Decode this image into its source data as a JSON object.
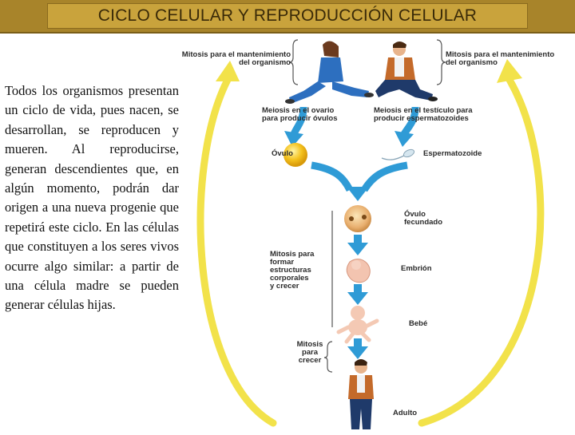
{
  "title": "CICLO CELULAR Y REPRODUCCIÓN CELULAR",
  "description": "Todos los organismos presentan un ciclo de vida, pues nacen, se desarrollan, se reproducen y mueren. Al reproducirse, generan descendientes que, en algún momento, podrán dar origen a una nueva progenie que repetirá este ciclo. En las células que constituyen a los seres vivos ocurre algo similar: a partir de una célula madre se pueden generar células hijas.",
  "diagram": {
    "mitosis_left_1": "Mitosis para el mantenimiento",
    "mitosis_left_2": "del organismo",
    "mitosis_right_1": "Mitosis para el mantenimiento",
    "mitosis_right_2": "del organismo",
    "meiosis_ovary_1": "Meiosis en el ovario",
    "meiosis_ovary_2": "para producir óvulos",
    "meiosis_testis_1": "Meiosis en el testículo para",
    "meiosis_testis_2": "producir espermatozoides",
    "ovulo": "Óvulo",
    "espermatozoide": "Espermatozoide",
    "ovulo_fecundado_1": "Óvulo",
    "ovulo_fecundado_2": "fecundado",
    "mitosis_formar_1": "Mitosis para",
    "mitosis_formar_2": "formar",
    "mitosis_formar_3": "estructuras",
    "mitosis_formar_4": "corporales",
    "mitosis_formar_5": "y crecer",
    "embrion": "Embrión",
    "bebe": "Bebé",
    "mitosis_crecer_1": "Mitosis",
    "mitosis_crecer_2": "para",
    "mitosis_crecer_3": "crecer",
    "adulto": "Adulto"
  },
  "colors": {
    "title_bar": "#a8842a",
    "title_inner": "#c9a33c",
    "cycle_arrow": "#f2e24a",
    "flow_arrow": "#2f9bd6"
  }
}
